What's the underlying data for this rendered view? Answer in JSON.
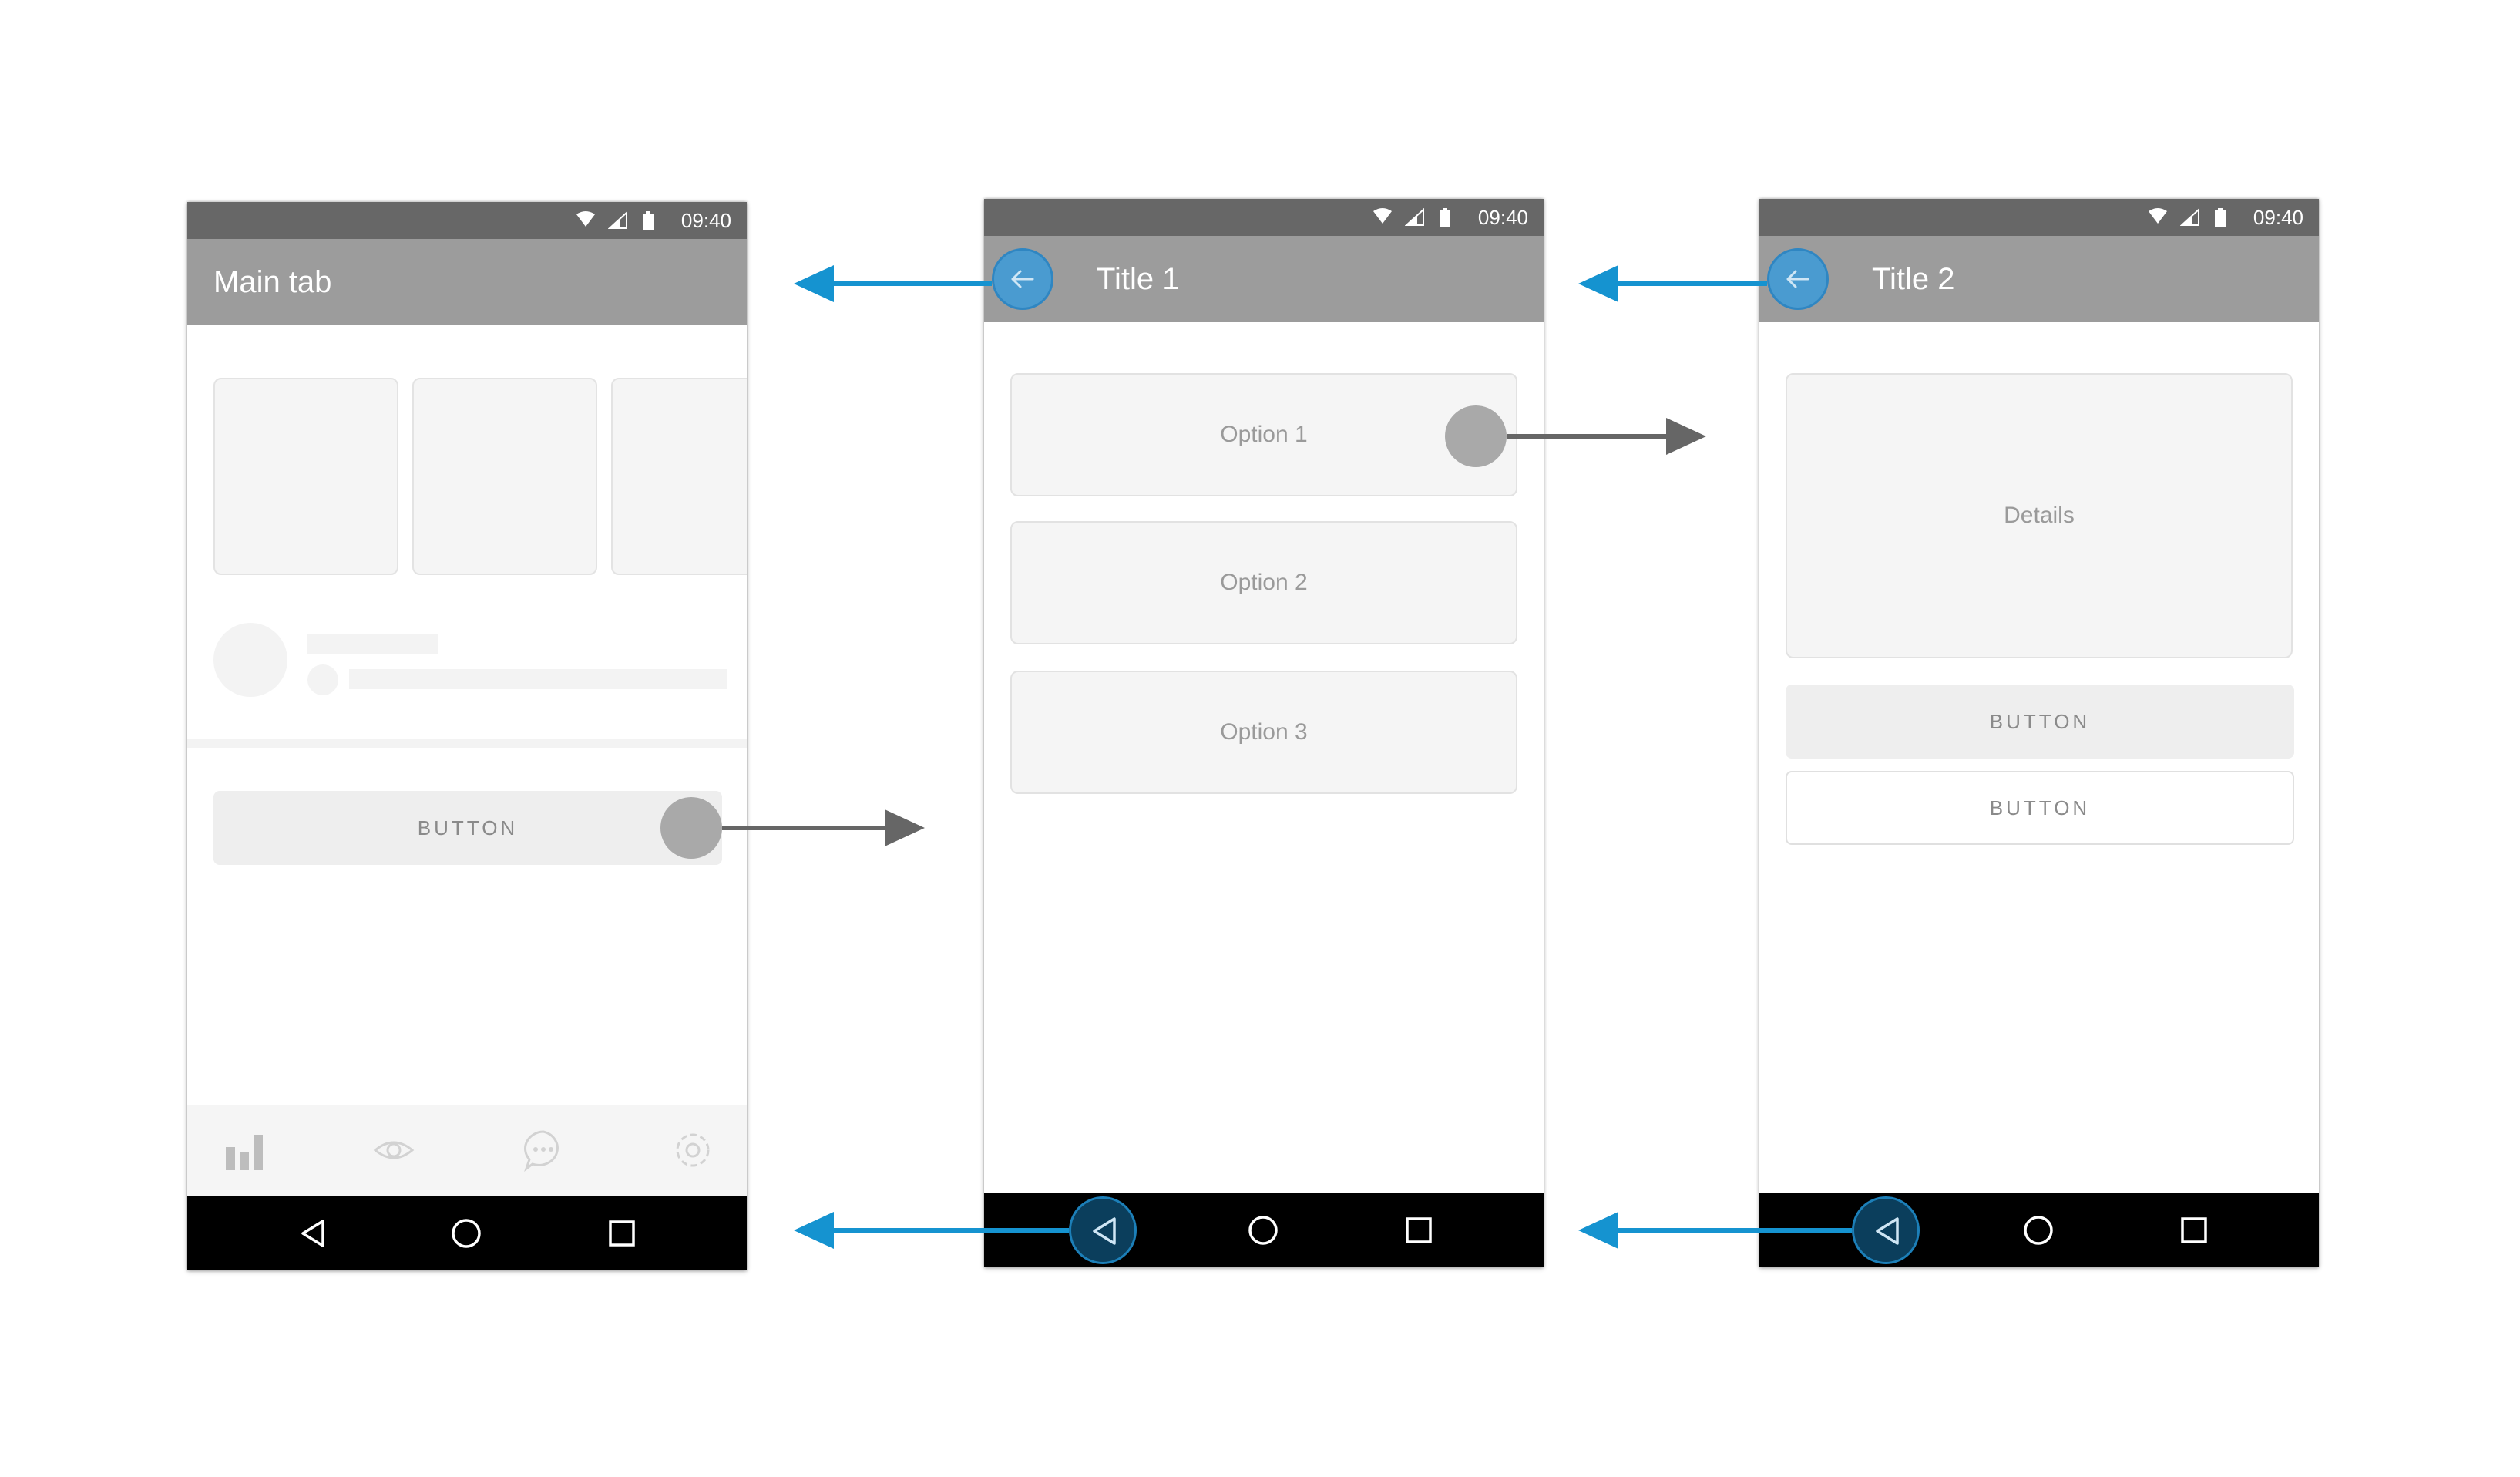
{
  "status_bar": {
    "time": "09:40"
  },
  "screens": {
    "main": {
      "title": "Main tab",
      "button_label": "BUTTON",
      "bottom_nav": [
        "chart-icon",
        "eye-icon",
        "chat-icon",
        "settings-icon"
      ]
    },
    "list": {
      "title": "Title 1",
      "options": [
        "Option 1",
        "Option 2",
        "Option 3"
      ]
    },
    "detail": {
      "title": "Title 2",
      "details_label": "Details",
      "primary_button": "BUTTON",
      "secondary_button": "BUTTON"
    }
  },
  "system_nav": [
    "back-triangle-icon",
    "home-circle-icon",
    "recents-square-icon"
  ],
  "colors": {
    "status_bar": "#676767",
    "app_bar": "#9c9c9c",
    "back_flow_arrow": "#1593d0",
    "forward_flow_arrow": "#666666",
    "touch_indicator": "#a9a9a9"
  }
}
